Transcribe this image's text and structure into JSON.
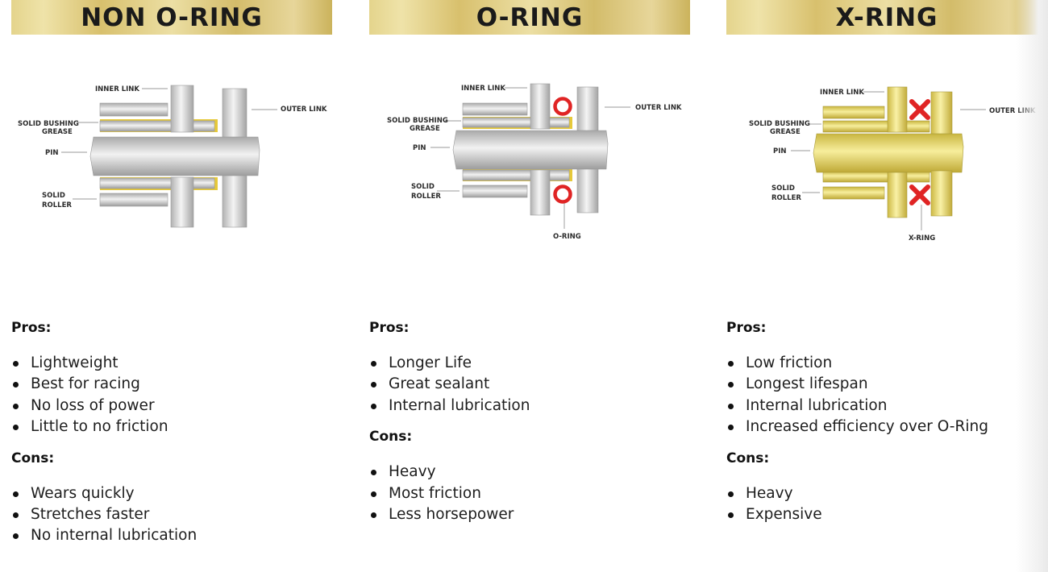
{
  "columns": [
    {
      "title": "NON O-RING",
      "labels": {
        "inner_link": "INNER LINK",
        "outer_link": "OUTER LINK",
        "solid_bushing": "SOLID BUSHING",
        "grease": "GREASE",
        "pin": "PIN",
        "solid": "SOLID",
        "roller": "ROLLER"
      },
      "pros_heading": "Pros:",
      "pros": [
        "Lightweight",
        "Best for racing",
        "No loss of power",
        "Little to no friction"
      ],
      "cons_heading": "Cons:",
      "cons": [
        "Wears quickly",
        "Stretches faster",
        "No internal lubrication"
      ]
    },
    {
      "title": "O-RING",
      "labels": {
        "inner_link": "INNER LINK",
        "outer_link": "OUTER LINK",
        "solid_bushing": "SOLID BUSHING",
        "grease": "GREASE",
        "pin": "PIN",
        "solid": "SOLID",
        "roller": "ROLLER",
        "seal": "O-RING"
      },
      "pros_heading": "Pros:",
      "pros": [
        "Longer Life",
        "Great sealant",
        "Internal lubrication"
      ],
      "cons_heading": "Cons:",
      "cons": [
        "Heavy",
        "Most friction",
        "Less horsepower"
      ]
    },
    {
      "title": "X-RING",
      "labels": {
        "inner_link": "INNER LINK",
        "outer_link": "OUTER LINK",
        "solid_bushing": "SOLID BUSHING",
        "grease": "GREASE",
        "pin": "PIN",
        "solid": "SOLID",
        "roller": "ROLLER",
        "seal": "X-RING"
      },
      "pros_heading": "Pros:",
      "pros": [
        "Low friction",
        "Longest lifespan",
        "Internal lubrication",
        "Increased efficiency over O-Ring"
      ],
      "cons_heading": "Cons:",
      "cons": [
        "Heavy",
        "Expensive"
      ]
    }
  ],
  "colors": {
    "banner_gold": "#d8c06d",
    "grease_yellow": "#e6c93a",
    "o_ring_red": "#e02424",
    "x_ring_red": "#e02424",
    "steel": "#cfcfcf",
    "gold_part": "#eadb6a"
  }
}
